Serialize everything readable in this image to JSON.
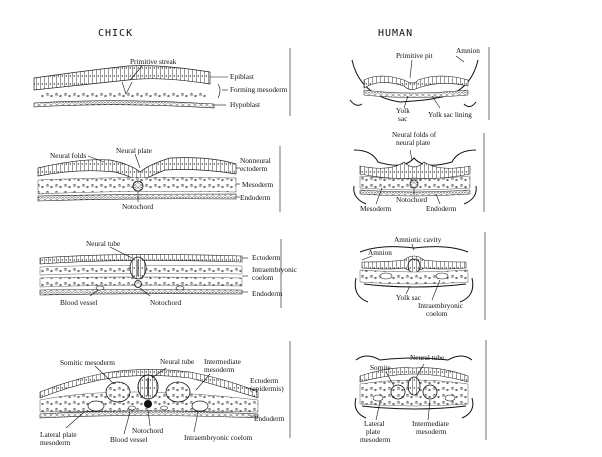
{
  "headers": {
    "chick": "CHICK",
    "human": "HUMAN"
  },
  "chick": {
    "panel1": {
      "primitive_streak": "Primitive streak",
      "epiblast": "Epiblast",
      "forming_mesoderm": "Forming mesoderm",
      "hypoblast": "Hypoblast"
    },
    "panel2": {
      "neural_folds": "Neural folds",
      "neural_plate": "Neural plate",
      "nonneural_1": "Nonneural",
      "nonneural_2": "ectoderm",
      "mesoderm": "Mesoderm",
      "endoderm": "Endoderm",
      "notochord": "Notochord"
    },
    "panel3": {
      "neural_tube": "Neural tube",
      "ectoderm": "Ectoderm",
      "intraembryonic_1": "Intraembryonic",
      "intraembryonic_2": "coelom",
      "endoderm": "Endoderm",
      "blood_vessel": "Blood vessel",
      "notochord": "Notochord"
    },
    "panel4": {
      "somitic_mesoderm": "Somitic mesoderm",
      "neural_tube": "Neural tube",
      "intermediate_1": "Intermediate",
      "intermediate_2": "mesoderm",
      "ectoderm_1": "Ectoderm",
      "ectoderm_2": "(epidermis)",
      "endoderm": "Endoderm",
      "lateral_plate_1": "Lateral plate",
      "lateral_plate_2": "mesoderm",
      "notochord": "Notochord",
      "blood_vessel": "Blood vessel",
      "coelom": "Intraembryonic coelom"
    }
  },
  "human": {
    "panel1": {
      "primitive_pit": "Primitive pit",
      "amnion": "Amnion",
      "yolk_1": "Yolk",
      "yolk_2": "sac",
      "yolk_lining": "Yolk sac lining"
    },
    "panel2": {
      "neural_folds_1": "Neural folds of",
      "neural_folds_2": "neural plate",
      "notochord": "Notochord",
      "mesoderm": "Mesoderm",
      "endoderm": "Endoderm"
    },
    "panel3": {
      "amniotic_cavity": "Amniotic cavity",
      "amnion": "Amnion",
      "yolk_sac": "Yolk sac",
      "coelom_1": "Intraembryonic",
      "coelom_2": "coelom"
    },
    "panel4": {
      "neural_tube": "Neural tube",
      "somite": "Somite",
      "lateral_1": "Lateral",
      "lateral_2": "plate",
      "lateral_3": "mesoderm",
      "intermediate_1": "Intermediate",
      "intermediate_2": "mesoderm"
    }
  }
}
